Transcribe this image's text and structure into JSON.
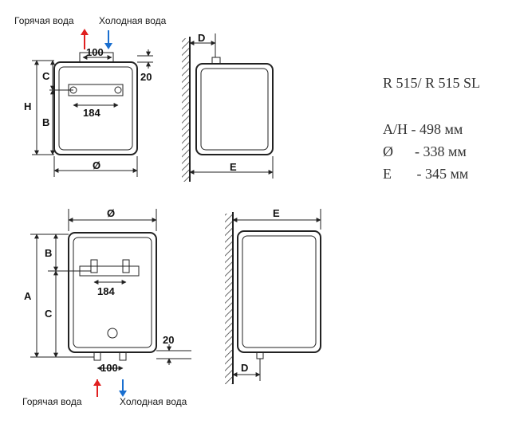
{
  "labels": {
    "hot_water": "Горячая вода",
    "cold_water": "Холодная вода"
  },
  "dimensions": {
    "d": "D",
    "c": "C",
    "h": "H",
    "b": "B",
    "a": "A",
    "e": "E",
    "diameter": "Ø",
    "spacing_100": "100",
    "spacing_184": "184",
    "offset_20": "20"
  },
  "specs": {
    "model": "R 515/ R 515 SL",
    "rows": [
      "A/H - 498 мм",
      "Ø      - 338 мм",
      "E       - 345 мм"
    ]
  },
  "colors": {
    "hot_arrow": "#e02020",
    "cold_arrow": "#1a6fd0",
    "line": "#222222"
  }
}
